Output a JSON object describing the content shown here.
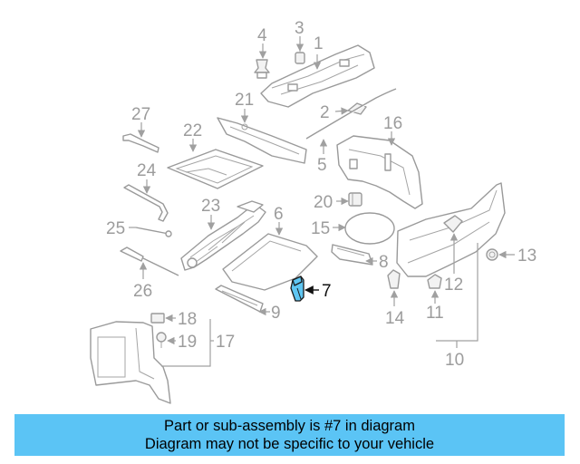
{
  "callouts": [
    "1",
    "2",
    "3",
    "4",
    "5",
    "6",
    "7",
    "8",
    "9",
    "10",
    "12",
    "13",
    "14",
    "15",
    "16",
    "17",
    "18",
    "19",
    "20",
    "21",
    "22",
    "23",
    "24",
    "25",
    "26",
    "27",
    "11"
  ],
  "highlighted_part": "7",
  "banner": {
    "line1": "Part or sub-assembly is #7 in diagram",
    "line2": "Diagram may not be specific to your vehicle"
  },
  "colors": {
    "highlight": "#5fc6f2",
    "banner": "#5bc4f5",
    "linework": "#9a9a9a"
  }
}
